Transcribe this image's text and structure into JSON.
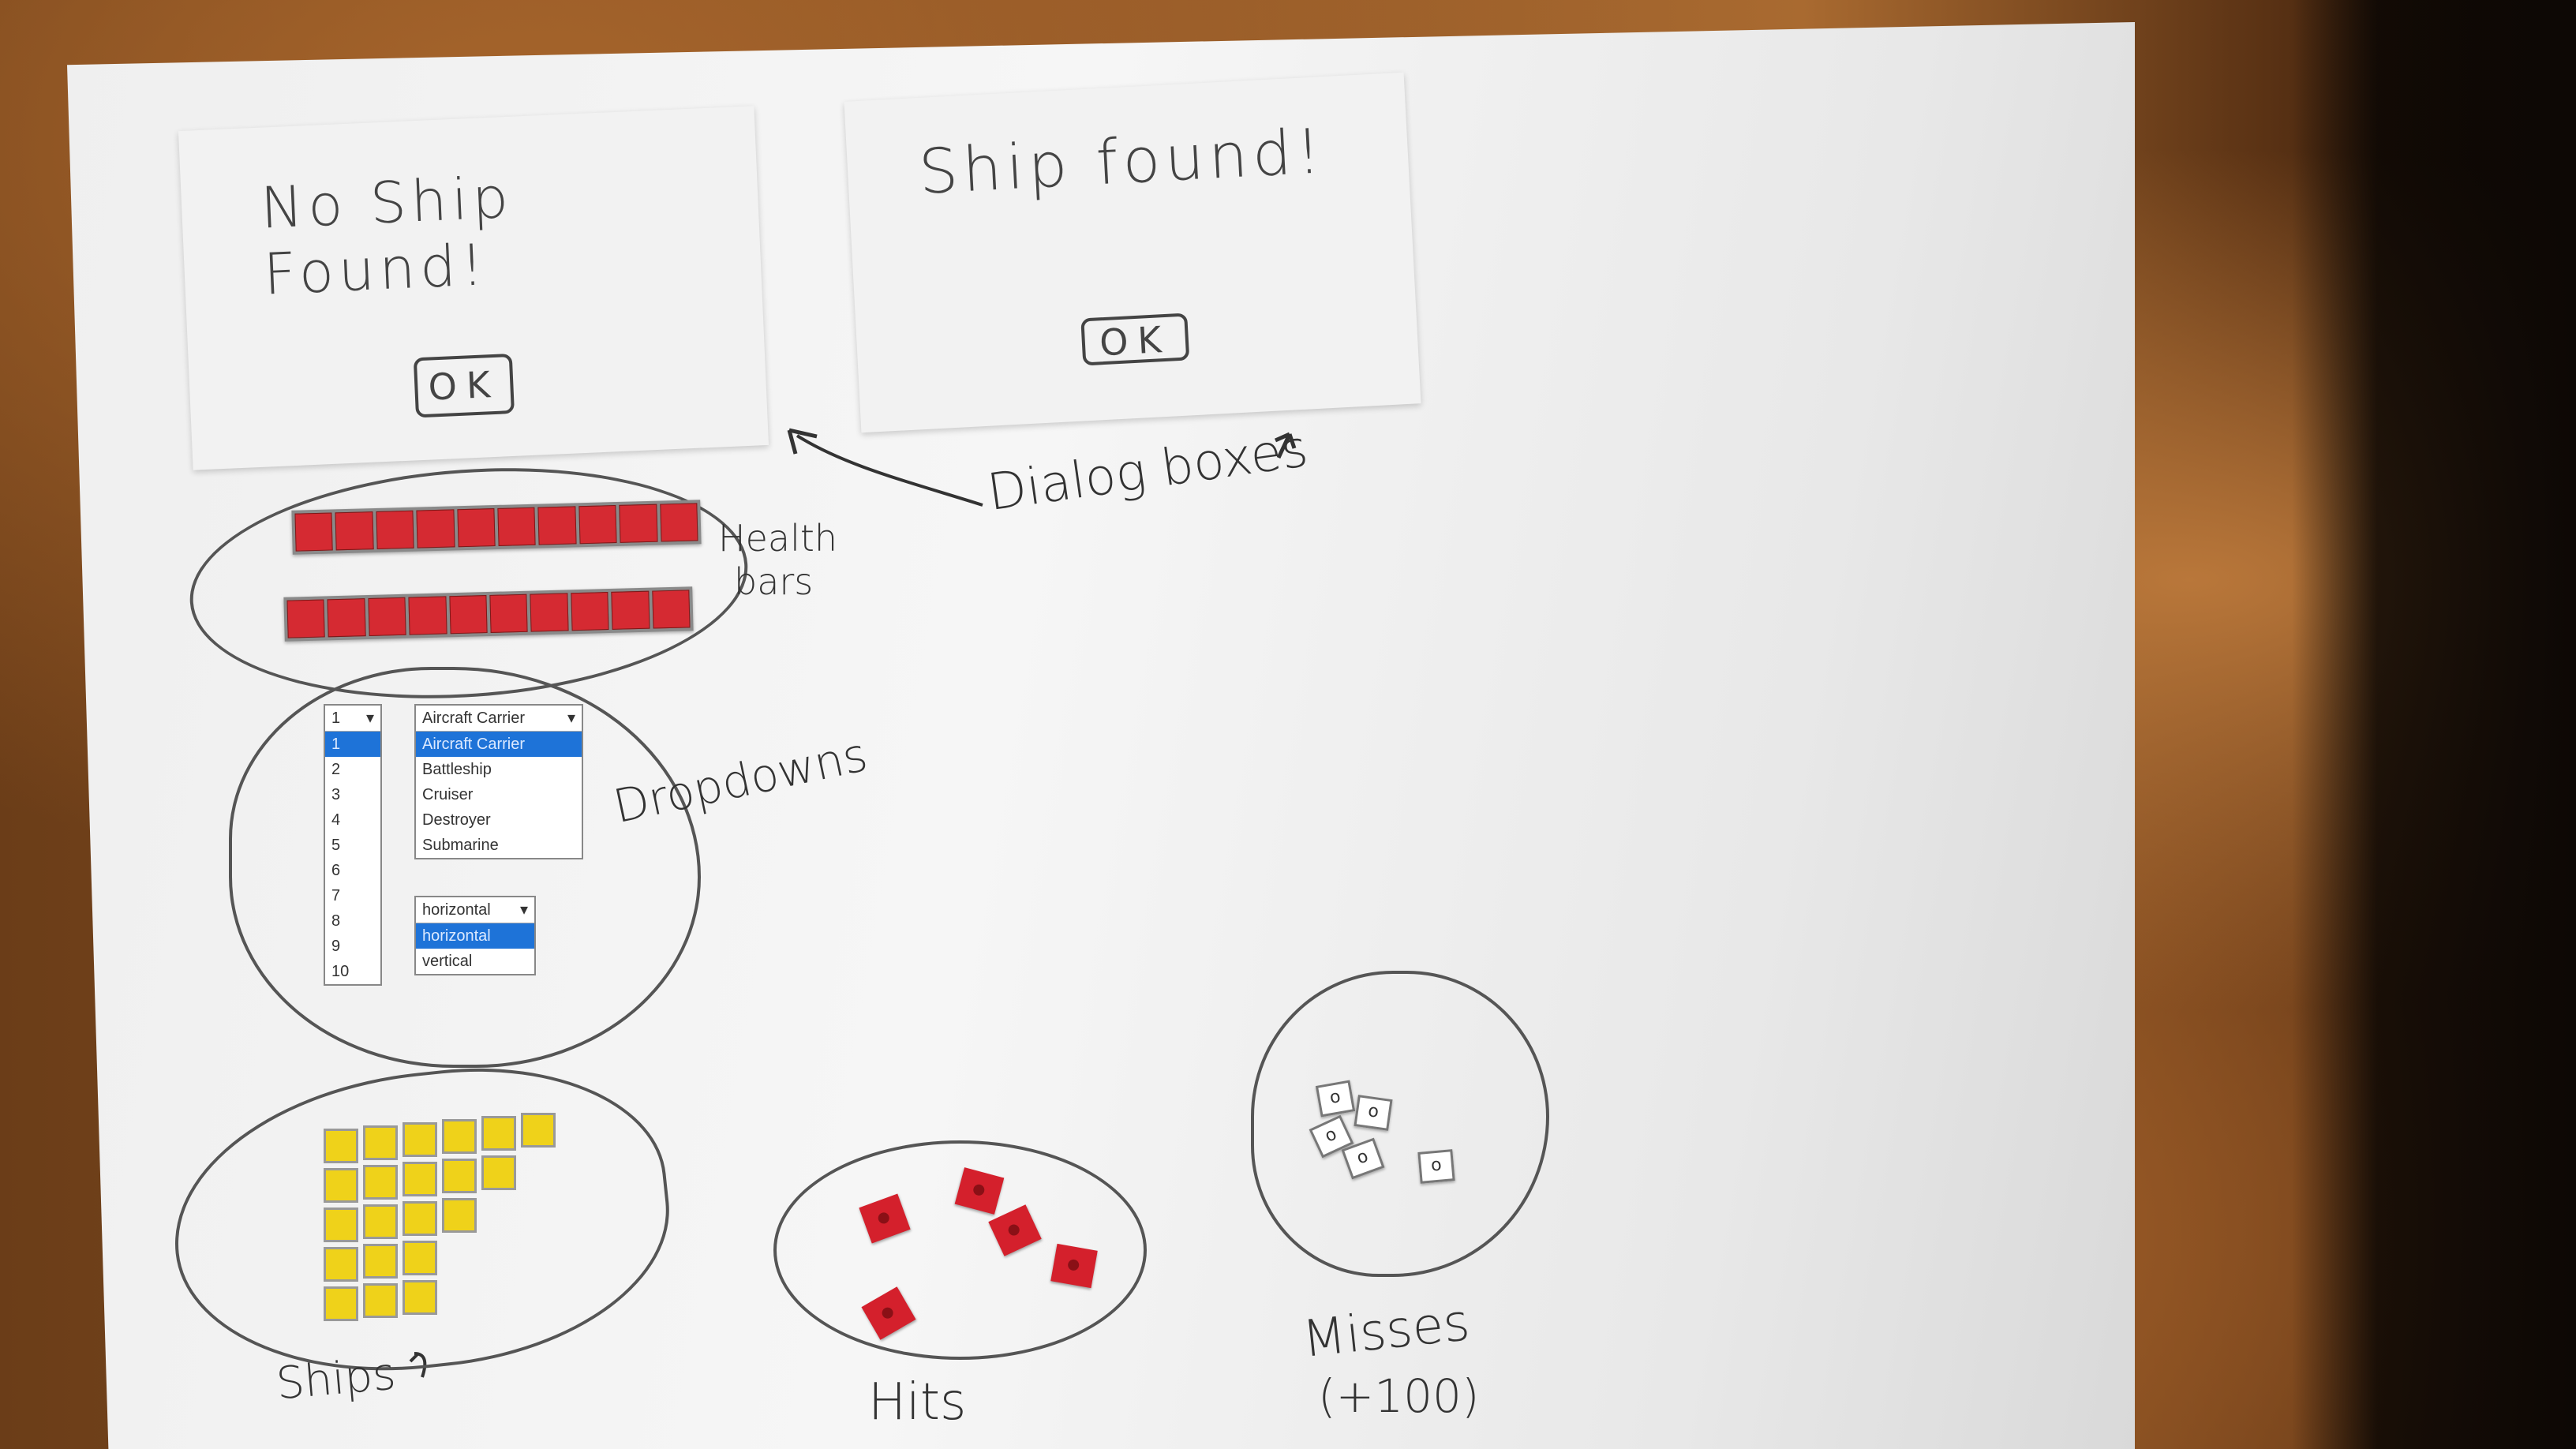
{
  "dialogs": {
    "no_ship": {
      "title": "No Ship Found!",
      "ok_label": "OK"
    },
    "ship": {
      "title": "Ship found!",
      "ok_label": "OK"
    }
  },
  "labels": {
    "dialog_boxes": "Dialog boxes",
    "health": "Health",
    "bars": "bars",
    "dropdowns": "Dropdowns",
    "ships": "Ships",
    "hits": "Hits",
    "misses": "Misses",
    "misses_note": "(+100)"
  },
  "dropdowns": {
    "number": {
      "selected": "1",
      "options": [
        "1",
        "2",
        "3",
        "4",
        "5",
        "6",
        "7",
        "8",
        "9",
        "10"
      ]
    },
    "ship_type": {
      "selected": "Aircraft Carrier",
      "options": [
        "Aircraft Carrier",
        "Battleship",
        "Cruiser",
        "Destroyer",
        "Submarine"
      ]
    },
    "orientation": {
      "selected": "horizontal",
      "options": [
        "horizontal",
        "vertical"
      ]
    }
  },
  "colors": {
    "health_segment": "#d52a32",
    "ship_cell": "#efd21a",
    "hit_marker": "#d4202c",
    "miss_marker": "#ffffff",
    "dropdown_highlight": "#1e73d8"
  },
  "miss_marker_symbol": "o"
}
